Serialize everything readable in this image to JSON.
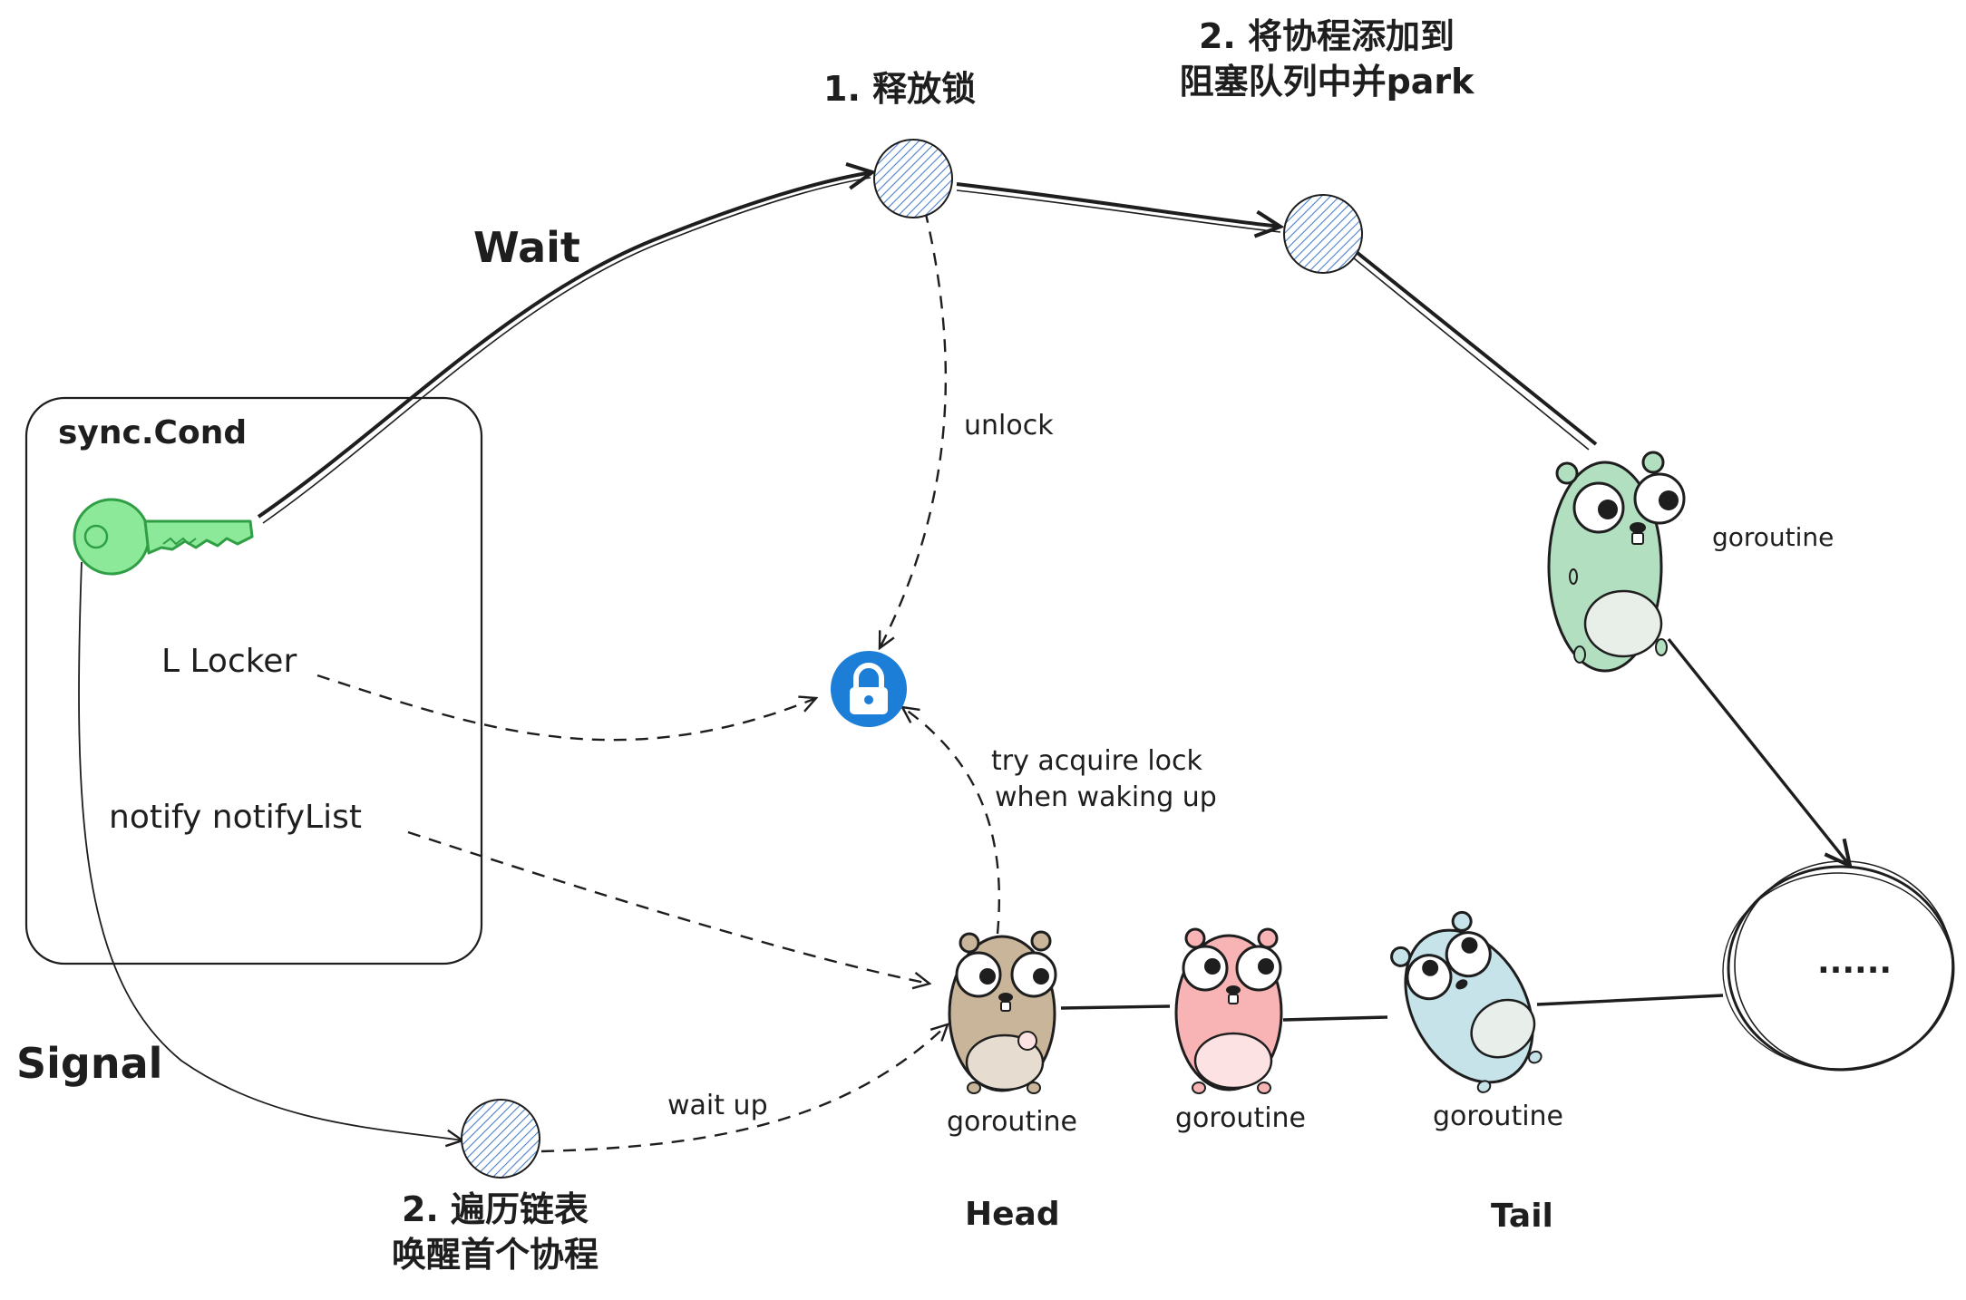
{
  "diagram": {
    "struct": {
      "name": "sync.Cond",
      "field_locker": "L Locker",
      "field_notify": "notify notifyList"
    },
    "flows": {
      "wait": "Wait",
      "signal": "Signal"
    },
    "steps": {
      "wait_step1": "1. 释放锁",
      "wait_step2_line1": "2. 将协程添加到",
      "wait_step2_line2": "阻塞队列中并park",
      "signal_step2_line1": "2. 遍历链表",
      "signal_step2_line2": "唤醒首个协程"
    },
    "edge_labels": {
      "unlock": "unlock",
      "try_acquire_line1": "try acquire lock",
      "try_acquire_line2": "when waking up",
      "wait_up": "wait up"
    },
    "nodes": {
      "goroutine_waiting": "goroutine",
      "goroutine_head": "goroutine",
      "goroutine_mid": "goroutine",
      "goroutine_tail": "goroutine",
      "ellipsis": "......"
    },
    "queue": {
      "head": "Head",
      "tail": "Tail"
    },
    "colors": {
      "key": "#8ce99a",
      "key_stroke": "#2f9e44",
      "lock": "#1c7ed6",
      "step_node": "#a5c8f0",
      "gopher_green": "#b2dfc0",
      "gopher_brown": "#c9b59a",
      "gopher_pink": "#f8b4b4",
      "gopher_blue": "#c7e3ea"
    }
  }
}
